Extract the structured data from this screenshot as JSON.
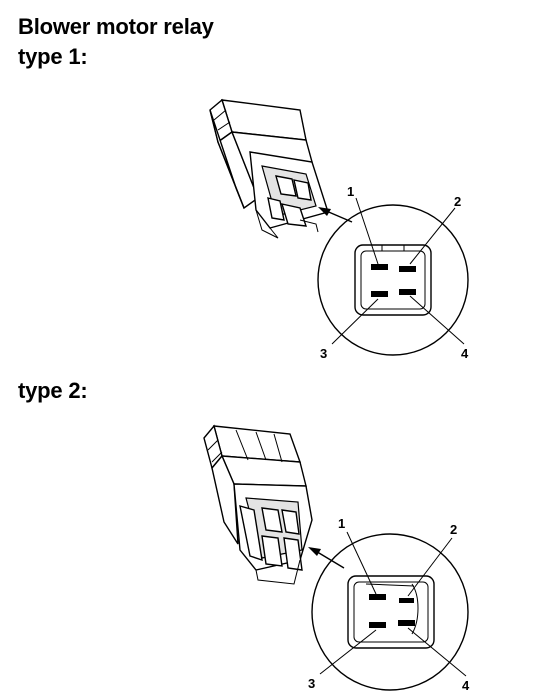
{
  "title": "Blower motor relay",
  "sections": [
    {
      "label": "type 1:",
      "pins": [
        "1",
        "2",
        "3",
        "4"
      ]
    },
    {
      "label": "type 2:",
      "pins": [
        "1",
        "2",
        "3",
        "4"
      ]
    }
  ]
}
